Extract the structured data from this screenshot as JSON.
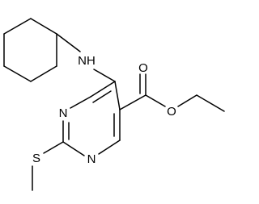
{
  "molecule": {
    "atom_labels": {
      "amine_nh": "NH",
      "ring_n1": "N",
      "ring_n3": "N",
      "ester_carbonyl_o": "O",
      "ester_ether_o": "O",
      "thioether_s": "S"
    }
  }
}
